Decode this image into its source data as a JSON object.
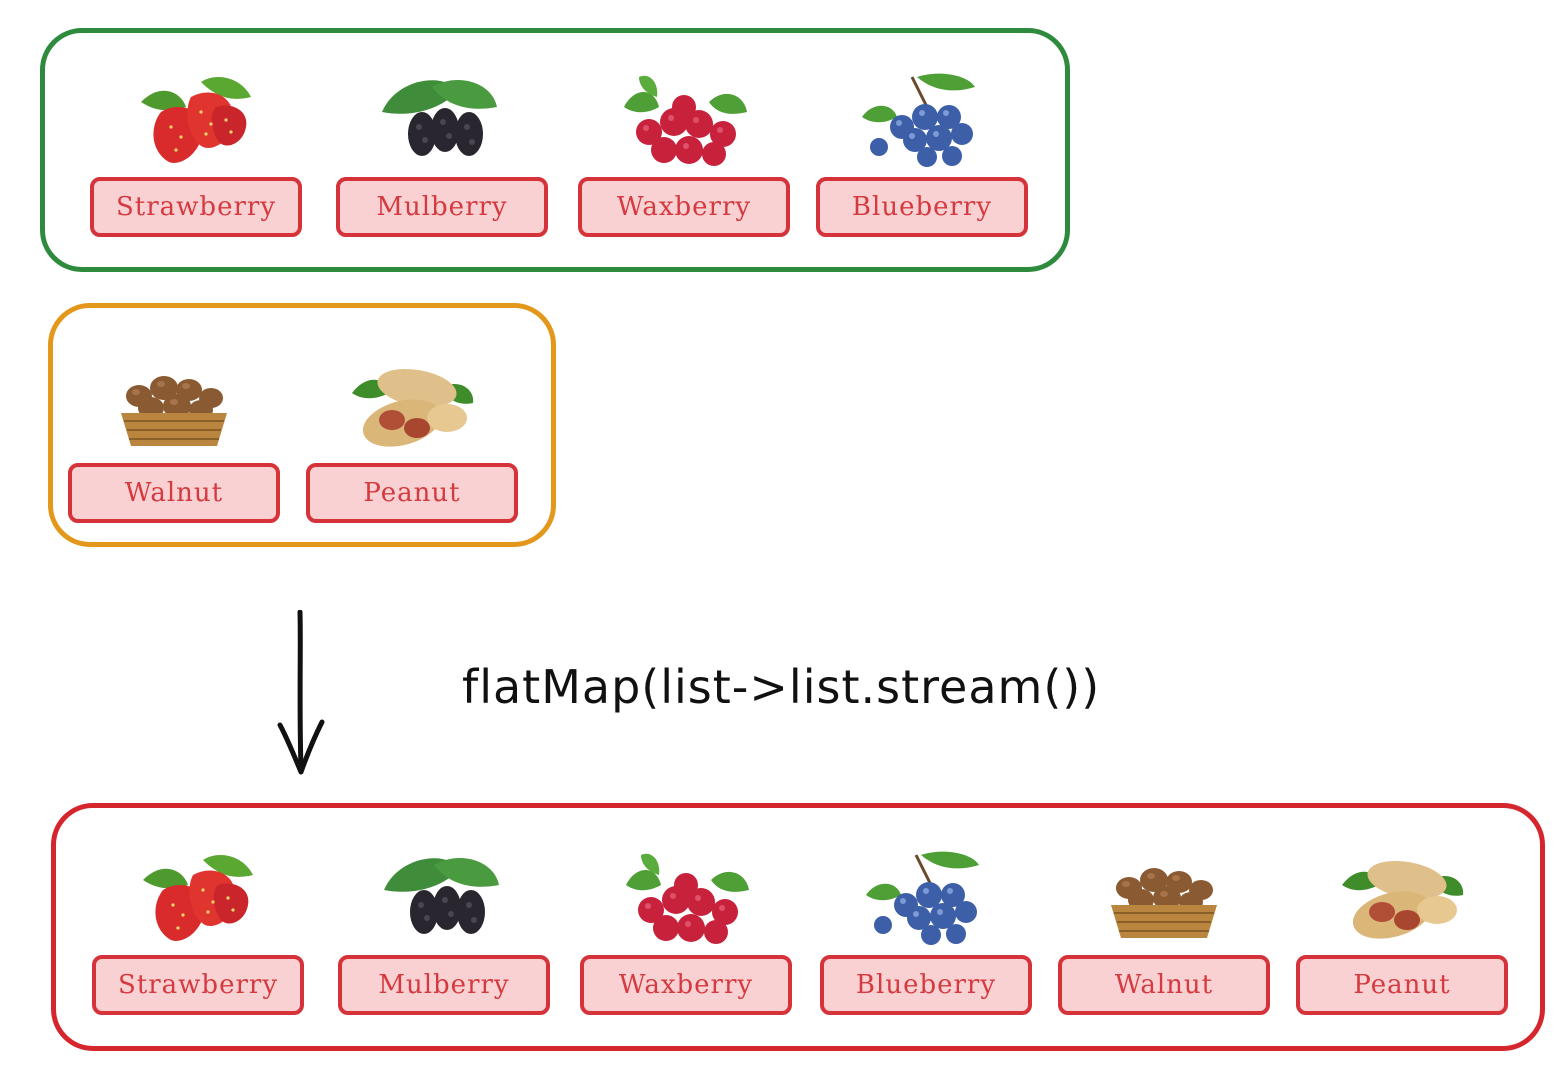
{
  "groups": {
    "berries": {
      "border_color": "#2e8b3e",
      "items": [
        {
          "label": "Strawberry",
          "icon": "strawberry-icon"
        },
        {
          "label": "Mulberry",
          "icon": "mulberry-icon"
        },
        {
          "label": "Waxberry",
          "icon": "waxberry-icon"
        },
        {
          "label": "Blueberry",
          "icon": "blueberry-icon"
        }
      ]
    },
    "nuts": {
      "border_color": "#e3981b",
      "items": [
        {
          "label": "Walnut",
          "icon": "walnut-icon"
        },
        {
          "label": "Peanut",
          "icon": "peanut-icon"
        }
      ]
    },
    "result": {
      "border_color": "#d6262d",
      "items": [
        {
          "label": "Strawberry",
          "icon": "strawberry-icon"
        },
        {
          "label": "Mulberry",
          "icon": "mulberry-icon"
        },
        {
          "label": "Waxberry",
          "icon": "waxberry-icon"
        },
        {
          "label": "Blueberry",
          "icon": "blueberry-icon"
        },
        {
          "label": "Walnut",
          "icon": "walnut-icon"
        },
        {
          "label": "Peanut",
          "icon": "peanut-icon"
        }
      ]
    }
  },
  "operation": {
    "text": "flatMap(list->list.stream())"
  },
  "colors": {
    "label_fill": "#f9d1d2",
    "label_border": "#d5323a",
    "label_text": "#d43a3f"
  }
}
